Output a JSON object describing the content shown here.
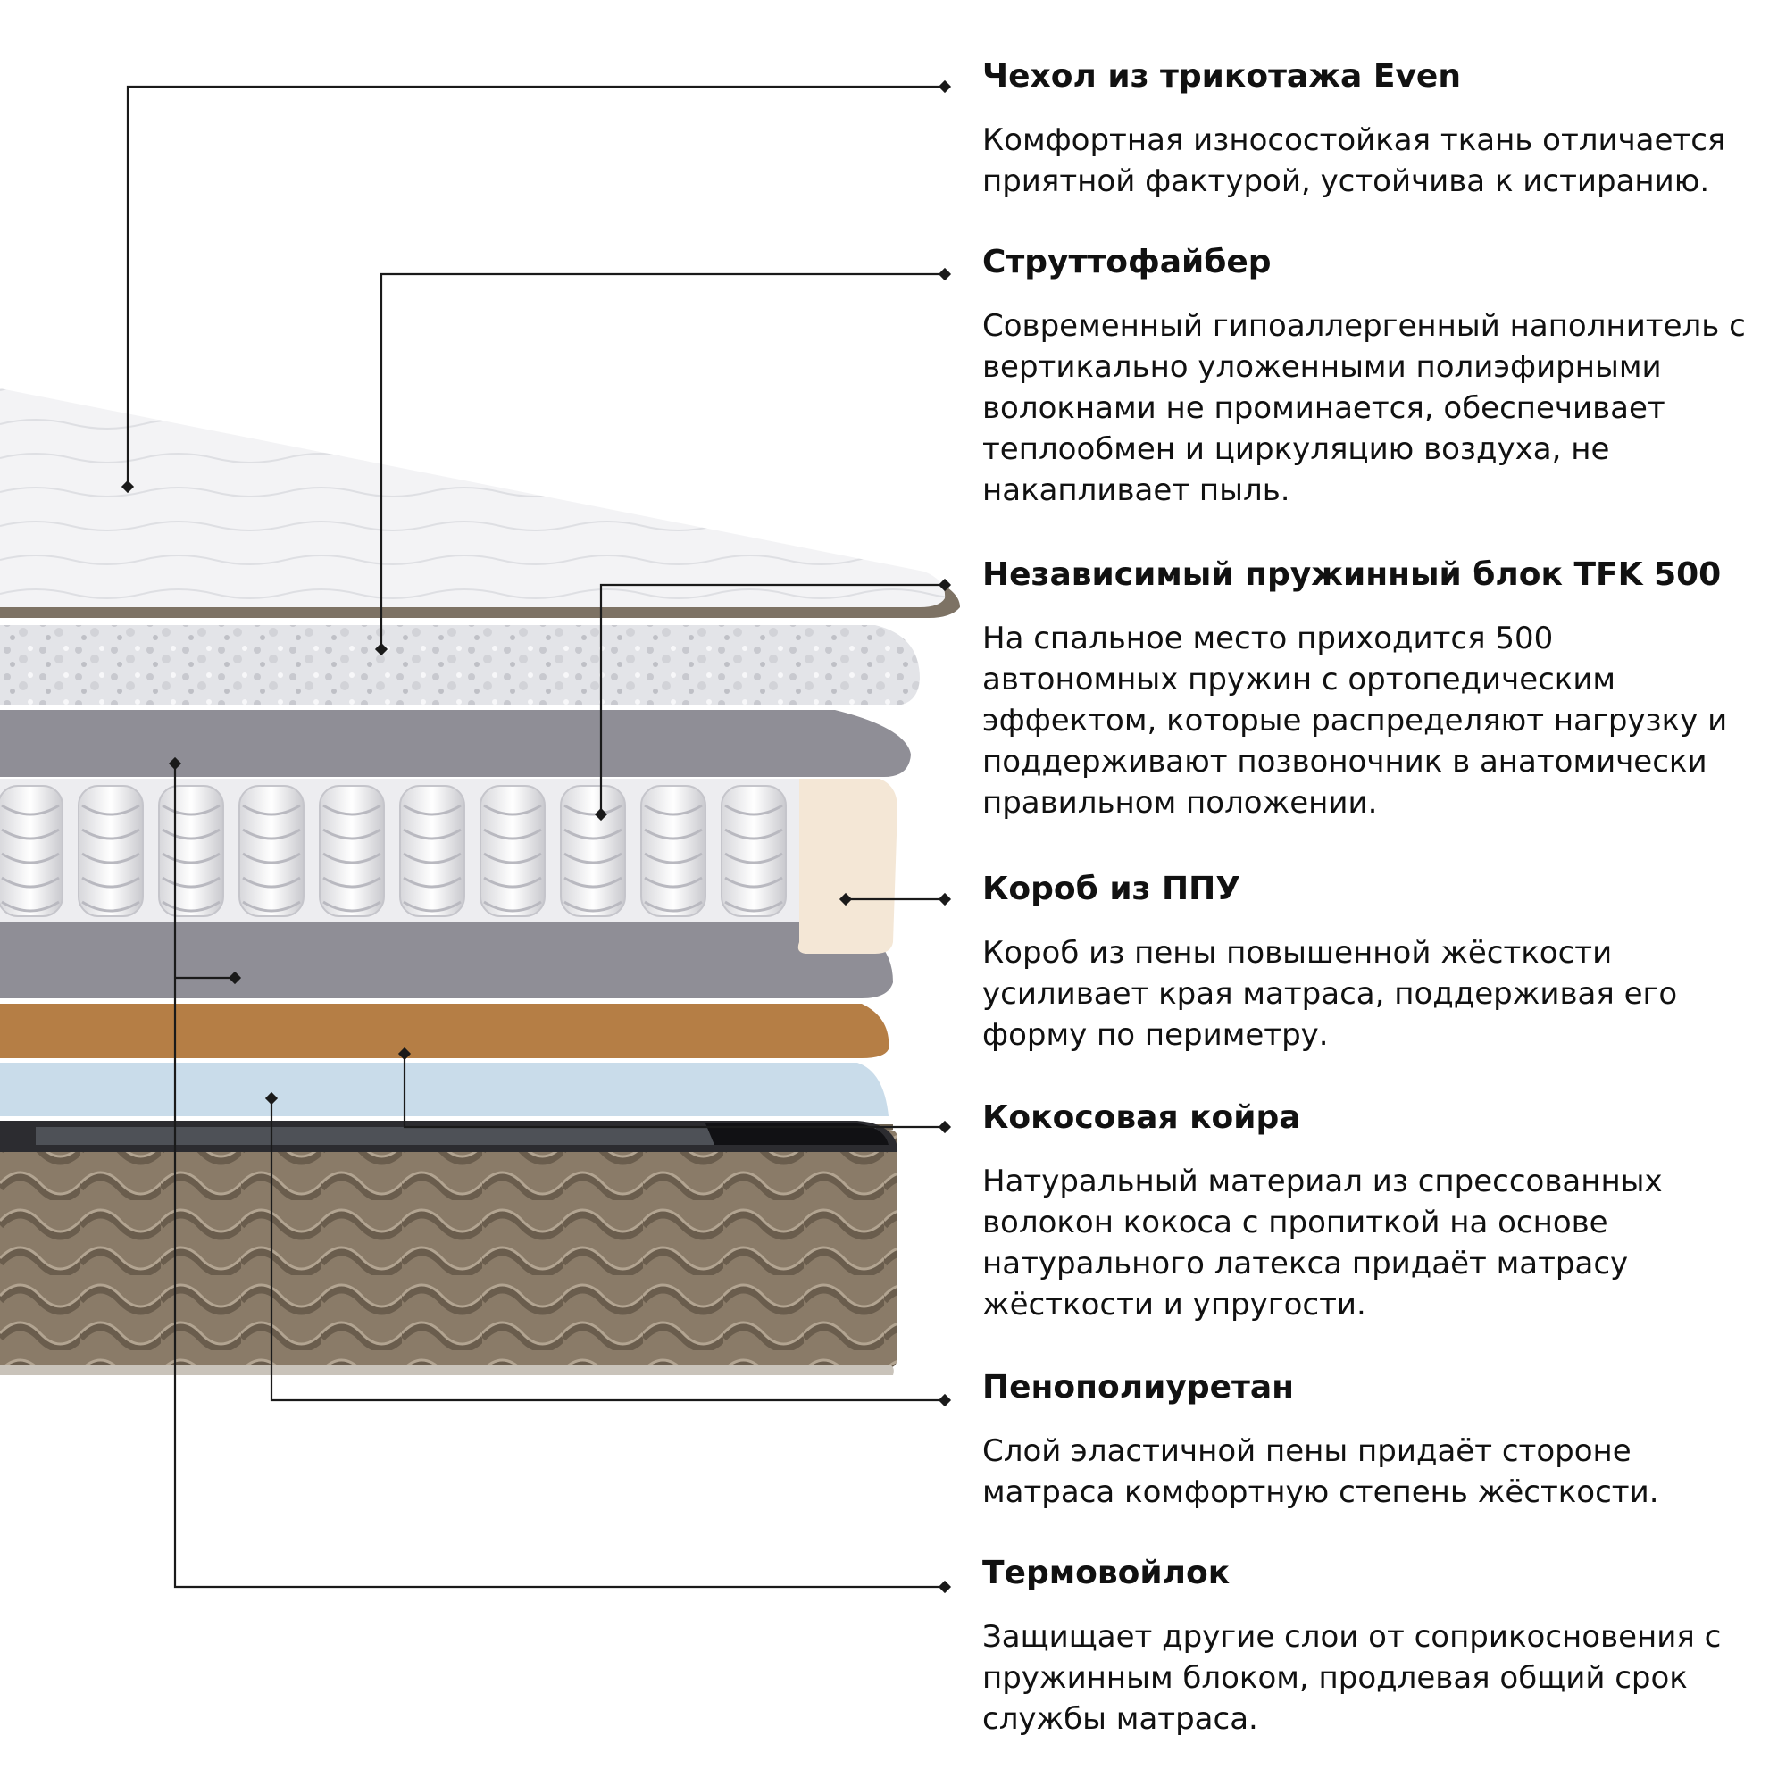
{
  "layers": [
    {
      "title": "Чехол из трикотажа Even",
      "lines": [
        "Комфортная износостойкая ткань отличается",
        "приятной фактурой, устойчива к истиранию."
      ]
    },
    {
      "title": "Струттофайбер",
      "lines": [
        "Современный гипоаллергенный наполнитель с",
        "вертикально уложенными полиэфирными",
        "волокнами не проминается, обеспечивает",
        "теплообмен и циркуляцию воздуха, не",
        "накапливает пыль."
      ]
    },
    {
      "title": "Независимый пружинный блок TFK 500",
      "lines": [
        "На спальное место приходится 500",
        "автономных пружин с ортопедическим",
        "эффектом, которые распределяют нагрузку и",
        "поддерживают позвоночник в анатомически",
        "правильном положении."
      ]
    },
    {
      "title": "Короб из ППУ",
      "lines": [
        "Короб из пены повышенной жёсткости",
        "усиливает края матраса, поддерживая его",
        "форму по периметру."
      ]
    },
    {
      "title": "Кокосовая койра",
      "lines": [
        "Натуральный материал из спрессованных",
        "волокон кокоса с пропиткой на основе",
        "натурального латекса придаёт матрасу",
        "жёсткости и упругости."
      ]
    },
    {
      "title": "Пенополиуретан",
      "lines": [
        "Слой эластичной пены придаёт стороне",
        "матраса комфортную степень жёсткости."
      ]
    },
    {
      "title": "Термовойлок",
      "lines": [
        "Защищает другие слои от соприкосновения с",
        "пружинным блоком, продлевая общий срок",
        "службы матраса."
      ]
    }
  ],
  "colors": {
    "cover": "#f3f3f5",
    "struttofiber": "#e4e5e9",
    "felt": "#8f8e96",
    "springs": "#f1f1f3",
    "foam_box": "#f4e7d6",
    "coir": "#b57e45",
    "foam": "#c9dcea",
    "side_panel": "#8a7b68",
    "piping": "#7d7264",
    "leader_line": "#1a1a1a"
  }
}
